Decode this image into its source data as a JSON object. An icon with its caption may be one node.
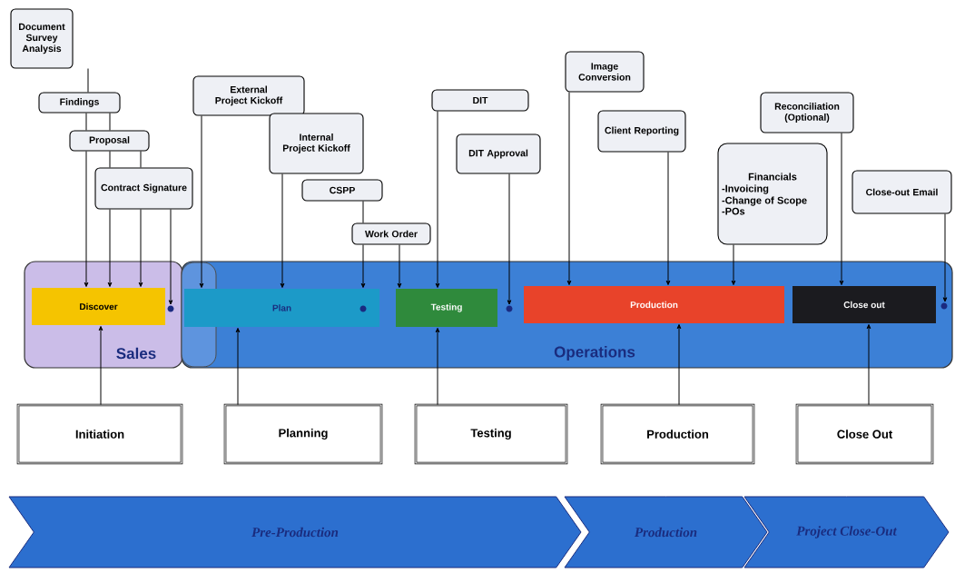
{
  "diagram": {
    "nodes": [
      {
        "text": [
          "Document Survey Analysis"
        ]
      },
      {
        "text": [
          "Findings"
        ]
      },
      {
        "text": [
          "Proposal"
        ]
      },
      {
        "text": [
          "Contract Signature"
        ]
      },
      {
        "text": [
          "External Project Kickoff"
        ]
      },
      {
        "text": [
          "Internal Project Kickoff"
        ]
      },
      {
        "text": [
          "CSPP"
        ]
      },
      {
        "text": [
          "Work Order"
        ]
      },
      {
        "text": [
          "DIT"
        ]
      },
      {
        "text": [
          "DIT Approval"
        ]
      },
      {
        "text": [
          "Image Conversion"
        ]
      },
      {
        "text": [
          "Client Reporting"
        ]
      },
      {
        "text": [
          "Financials",
          "-Invoicing",
          "-Change of Scope",
          "-POs"
        ]
      },
      {
        "text": [
          "Reconciliation (Optional)"
        ]
      },
      {
        "text": [
          "Close-out Email"
        ]
      },
      {
        "text": [
          "Sales"
        ]
      },
      {
        "text": [
          "Operations"
        ]
      },
      {
        "text": [
          "Discover"
        ],
        "in": 15
      },
      {
        "text": [
          "Plan"
        ],
        "in": 16
      },
      {
        "text": [
          "Testing"
        ],
        "in": 16
      },
      {
        "text": [
          "Production"
        ],
        "in": 16
      },
      {
        "text": [
          "Close out"
        ],
        "in": 16
      },
      {
        "text": [],
        "shape": "circle",
        "in": 15
      },
      {
        "text": [],
        "shape": "circle",
        "in": 18
      },
      {
        "text": [],
        "shape": "circle",
        "in": 16
      },
      {
        "text": [],
        "shape": "circle",
        "in": 16
      },
      {
        "text": [
          "Initiation"
        ]
      },
      {
        "text": [
          "Planning"
        ]
      },
      {
        "text": [
          "Testing"
        ]
      },
      {
        "text": [
          "Production"
        ]
      },
      {
        "text": [
          "Close Out"
        ]
      },
      {
        "text": [
          "Pre-Production"
        ]
      },
      {
        "text": [
          "Production"
        ]
      },
      {
        "text": [
          "Project Close-Out"
        ]
      }
    ],
    "edges": [
      {
        "from": 0,
        "to": 1,
        "arrow": "none"
      },
      {
        "from": 1,
        "to": 2,
        "arrow": "none"
      },
      {
        "from": 1,
        "to": 2,
        "arrow": "none"
      },
      {
        "from": 2,
        "to": 17,
        "arrow": "to"
      },
      {
        "from": 2,
        "to": 3,
        "arrow": "none"
      },
      {
        "from": 2,
        "to": 3,
        "arrow": "none"
      },
      {
        "from": 3,
        "to": 17,
        "arrow": "to"
      },
      {
        "from": 3,
        "to": 17,
        "arrow": "to"
      },
      {
        "from": 3,
        "to": 22,
        "arrow": "to"
      },
      {
        "from": 4,
        "to": 18,
        "arrow": "to"
      },
      {
        "from": 5,
        "to": 18,
        "arrow": "to"
      },
      {
        "from": 6,
        "to": 7,
        "arrow": "none"
      },
      {
        "from": 7,
        "to": 18,
        "arrow": "to"
      },
      {
        "from": 7,
        "to": 19,
        "arrow": "to"
      },
      {
        "from": 8,
        "to": 19,
        "arrow": "to"
      },
      {
        "from": 9,
        "to": 24,
        "arrow": "to"
      },
      {
        "from": 10,
        "to": 20,
        "arrow": "to"
      },
      {
        "from": 11,
        "to": 20,
        "arrow": "to"
      },
      {
        "from": 12,
        "to": 20,
        "arrow": "to"
      },
      {
        "from": 13,
        "to": 21,
        "arrow": "to"
      },
      {
        "from": 14,
        "to": 25,
        "arrow": "to"
      },
      {
        "from": 26,
        "to": 17,
        "arrow": "to"
      },
      {
        "from": 27,
        "to": 18,
        "arrow": "to"
      },
      {
        "from": 28,
        "to": 19,
        "arrow": "to"
      },
      {
        "from": 29,
        "to": 20,
        "arrow": "to"
      },
      {
        "from": 30,
        "to": 21,
        "arrow": "to"
      }
    ]
  }
}
